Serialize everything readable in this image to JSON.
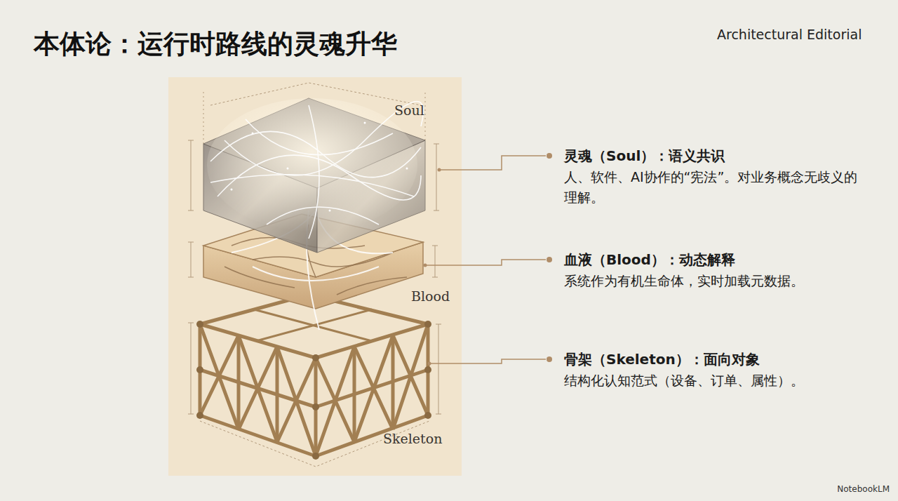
{
  "diagram": {
    "title": "本体论：运行时路线的灵魂升华",
    "labels": [
      "Architectural Editorial",
      "Soul",
      "Blood",
      "Skeleton",
      "灵魂（Soul）：语义共识",
      "人、软件、AI协作的“宪法”。对业务概念无歧义的理解。",
      "血液（Blood）：动态解释",
      "系统作为有机生命体，实时加载元数据。",
      "骨架（Skeleton）：面向对象",
      "结构化认知范式（设备、订单、属性）。",
      "NotebookLM"
    ]
  }
}
